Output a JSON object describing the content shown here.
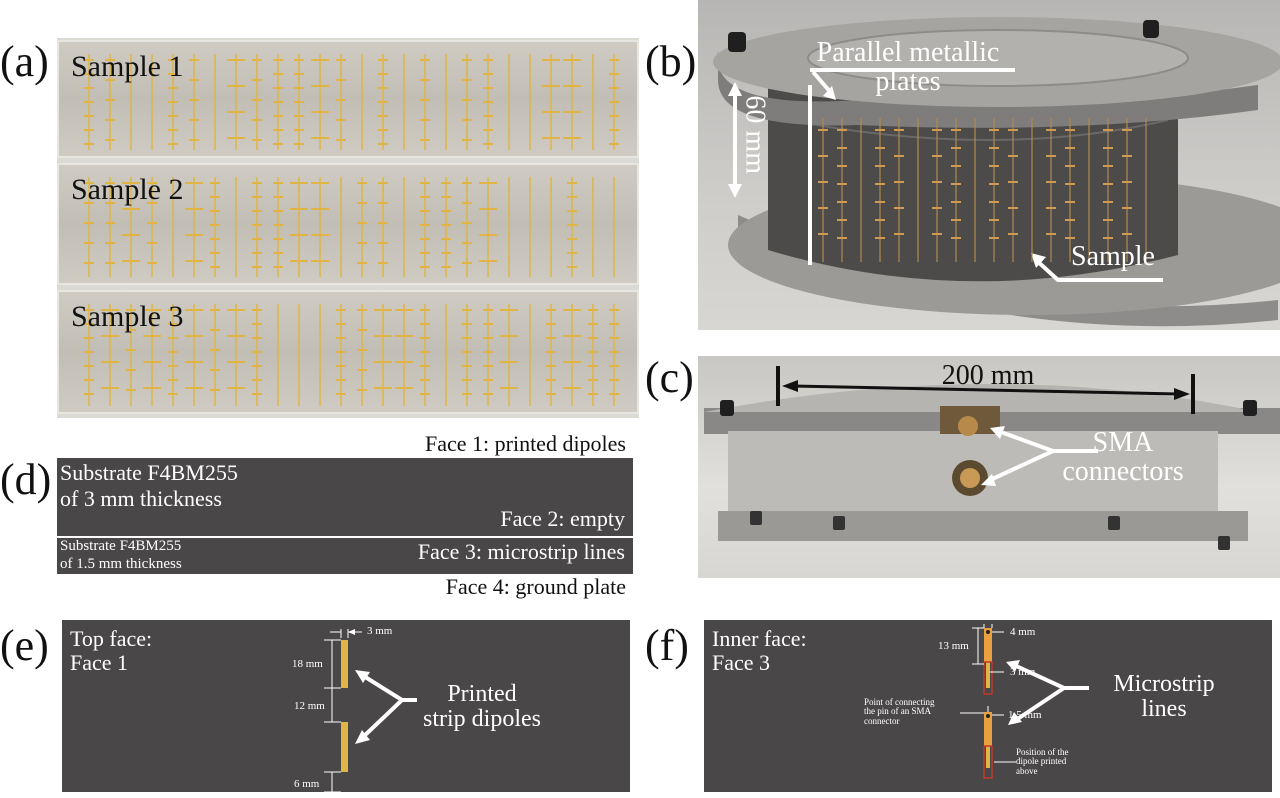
{
  "panels": {
    "a": {
      "label": "(a)",
      "samples": [
        "Sample 1",
        "Sample 2",
        "Sample 3"
      ]
    },
    "b": {
      "label": "(b)",
      "plates": "Parallel metallic plates",
      "height": "60 mm",
      "sample": "Sample"
    },
    "c": {
      "label": "(c)",
      "width": "200 mm",
      "connectors_line1": "SMA",
      "connectors_line2": "connectors"
    },
    "d": {
      "label": "(d)",
      "face1": "Face 1: printed dipoles",
      "sub1_line1": "Substrate F4BM255",
      "sub1_line2": "of 3 mm thickness",
      "face2": "Face 2: empty",
      "sub2_line1": "Substrate F4BM255",
      "sub2_line2": "of 1.5 mm thickness",
      "face3": "Face 3: microstrip lines",
      "face4": "Face 4: ground plate"
    },
    "e": {
      "label": "(e)",
      "title_line1": "Top face:",
      "title_line2": "Face 1",
      "dim_width": "3 mm",
      "dim_length": "18 mm",
      "dim_gap": "12 mm",
      "dim_edge": "6 mm",
      "anno_line1": "Printed",
      "anno_line2": "strip dipoles"
    },
    "f": {
      "label": "(f)",
      "title_line1": "Inner face:",
      "title_line2": "Face 3",
      "dim_width": "4 mm",
      "dim_length": "13 mm",
      "dim_line": "3 mm",
      "dim_small": "1.5 mm",
      "point_line1": "Point of connecting",
      "point_line2": "the pin of an SMA",
      "point_line3": "connector",
      "pos_line1": "Position of the",
      "pos_line2": "dipole printed",
      "pos_line3": "above",
      "anno_line1": "Microstrip",
      "anno_line2": "lines"
    }
  },
  "colors": {
    "panel_dark": "#4a4748",
    "copper": "#e0b545",
    "outline_red": "#c0392b"
  }
}
